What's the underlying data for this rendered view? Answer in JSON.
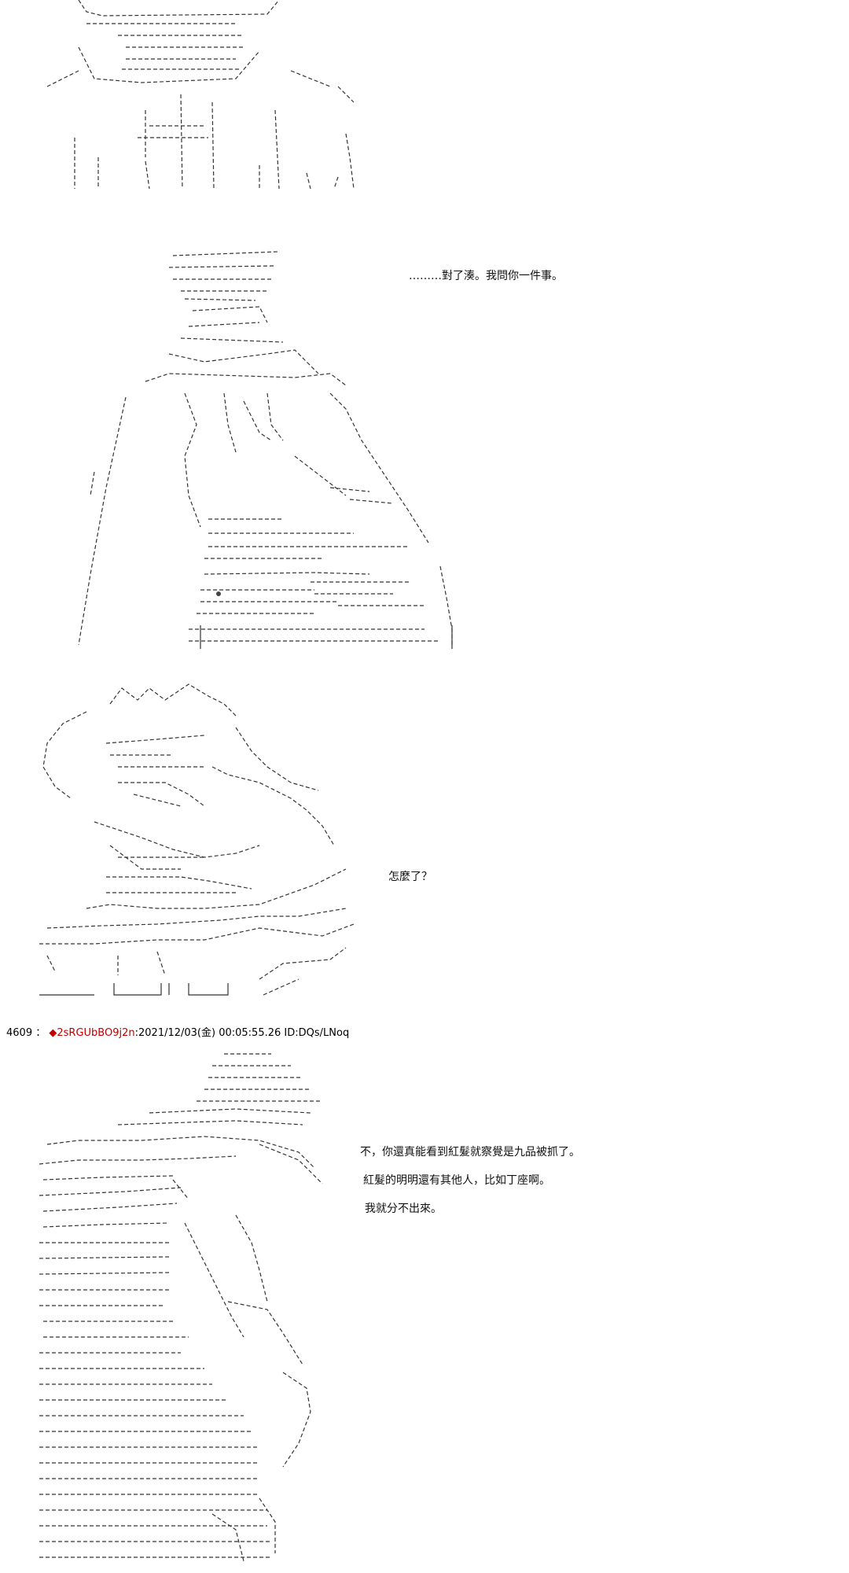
{
  "panels": [
    {
      "id": "panel-1",
      "dialogue": []
    },
    {
      "id": "panel-2",
      "dialogue": [
        "………對了湊。我問你一件事。"
      ]
    },
    {
      "id": "panel-3",
      "dialogue": [
        "怎麼了？"
      ]
    },
    {
      "id": "panel-4",
      "dialogue": [
        "不，你還真能看到紅髮就察覺是九品被抓了。",
        "紅髮的明明還有其他人，比如丁座啊。",
        "我就分不出來。"
      ]
    }
  ],
  "post": {
    "number": "4609",
    "separator": "：",
    "trip": "2sRGUbBO9j2n",
    "datetime": ":2021/12/03(金) 00:05:55.26 ID:DQs/LNoq"
  }
}
